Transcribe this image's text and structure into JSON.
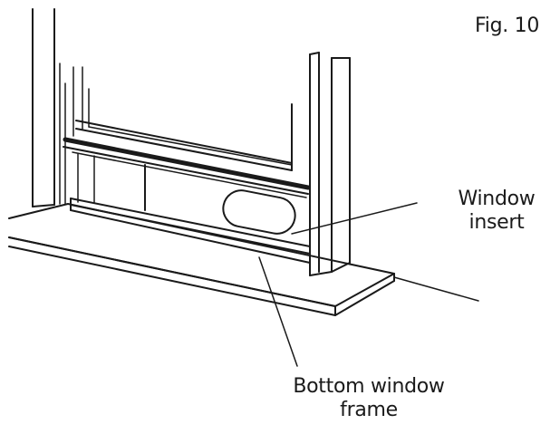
{
  "figure": {
    "number_label": "Fig. 10"
  },
  "callouts": {
    "window_insert": {
      "line1": "Window",
      "line2": "insert"
    },
    "bottom_window_frame": {
      "line1": "Bottom window",
      "line2": "frame"
    }
  },
  "colors": {
    "ink": "#1a1a1a",
    "background": "#ffffff"
  }
}
